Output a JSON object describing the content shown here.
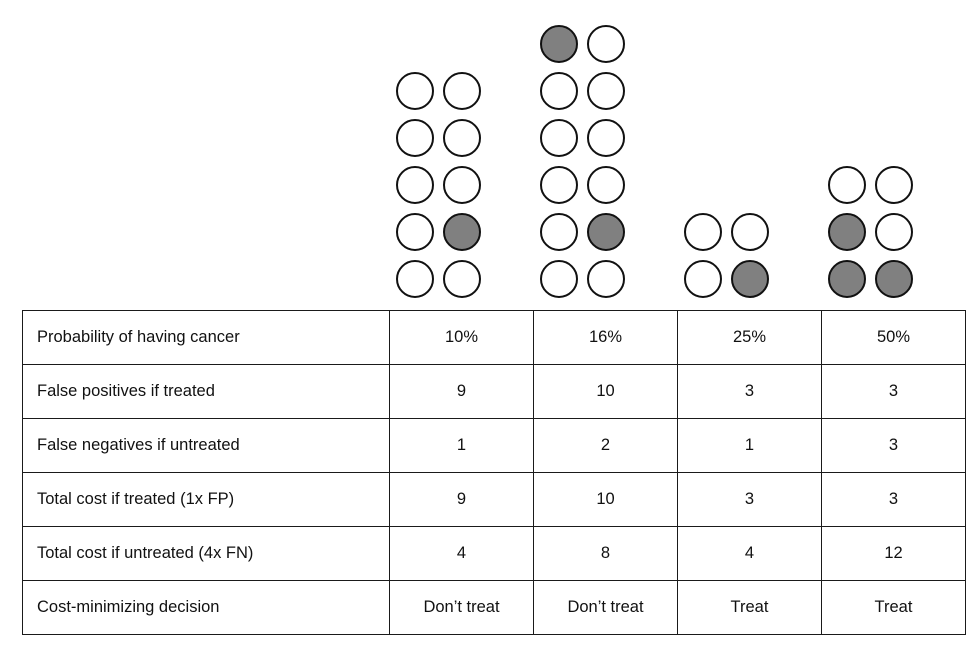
{
  "figure": {
    "type": "icon-array-with-decision-table",
    "colors": {
      "dot_filled": "#808080",
      "dot_empty": "#ffffff",
      "dot_stroke": "#111111",
      "table_border": "#1a1a1a",
      "text": "#111111",
      "background": "#ffffff"
    }
  },
  "chart_data": {
    "type": "table",
    "title": "",
    "categories": [
      "10%",
      "16%",
      "25%",
      "50%"
    ],
    "icon_arrays": [
      {
        "probability_label": "10%",
        "total_dots": 10,
        "filled_dots": 1,
        "columns": 2,
        "rows": 5,
        "filled_positions": [
          [
            4,
            2
          ]
        ]
      },
      {
        "probability_label": "16%",
        "total_dots": 12,
        "filled_dots": 2,
        "columns": 2,
        "rows": 6,
        "filled_positions": [
          [
            1,
            1
          ],
          [
            5,
            2
          ]
        ]
      },
      {
        "probability_label": "25%",
        "total_dots": 4,
        "filled_dots": 1,
        "columns": 2,
        "rows": 2,
        "filled_positions": [
          [
            2,
            2
          ]
        ]
      },
      {
        "probability_label": "50%",
        "total_dots": 6,
        "filled_dots": 3,
        "columns": 2,
        "rows": 3,
        "filled_positions": [
          [
            2,
            1
          ],
          [
            3,
            1
          ],
          [
            3,
            2
          ]
        ]
      }
    ],
    "rows": [
      {
        "label": "Probability of having cancer",
        "values": [
          "10%",
          "16%",
          "25%",
          "50%"
        ]
      },
      {
        "label": "False positives if treated",
        "values": [
          "9",
          "10",
          "3",
          "3"
        ]
      },
      {
        "label": "False negatives if untreated",
        "values": [
          "1",
          "2",
          "1",
          "3"
        ]
      },
      {
        "label": "Total cost if treated (1x FP)",
        "values": [
          "9",
          "10",
          "3",
          "3"
        ]
      },
      {
        "label": "Total cost if untreated (4x FN)",
        "values": [
          "4",
          "8",
          "4",
          "12"
        ]
      },
      {
        "label": "Cost-minimizing decision",
        "values": [
          "Don’t treat",
          "Don’t treat",
          "Treat",
          "Treat"
        ]
      }
    ]
  }
}
